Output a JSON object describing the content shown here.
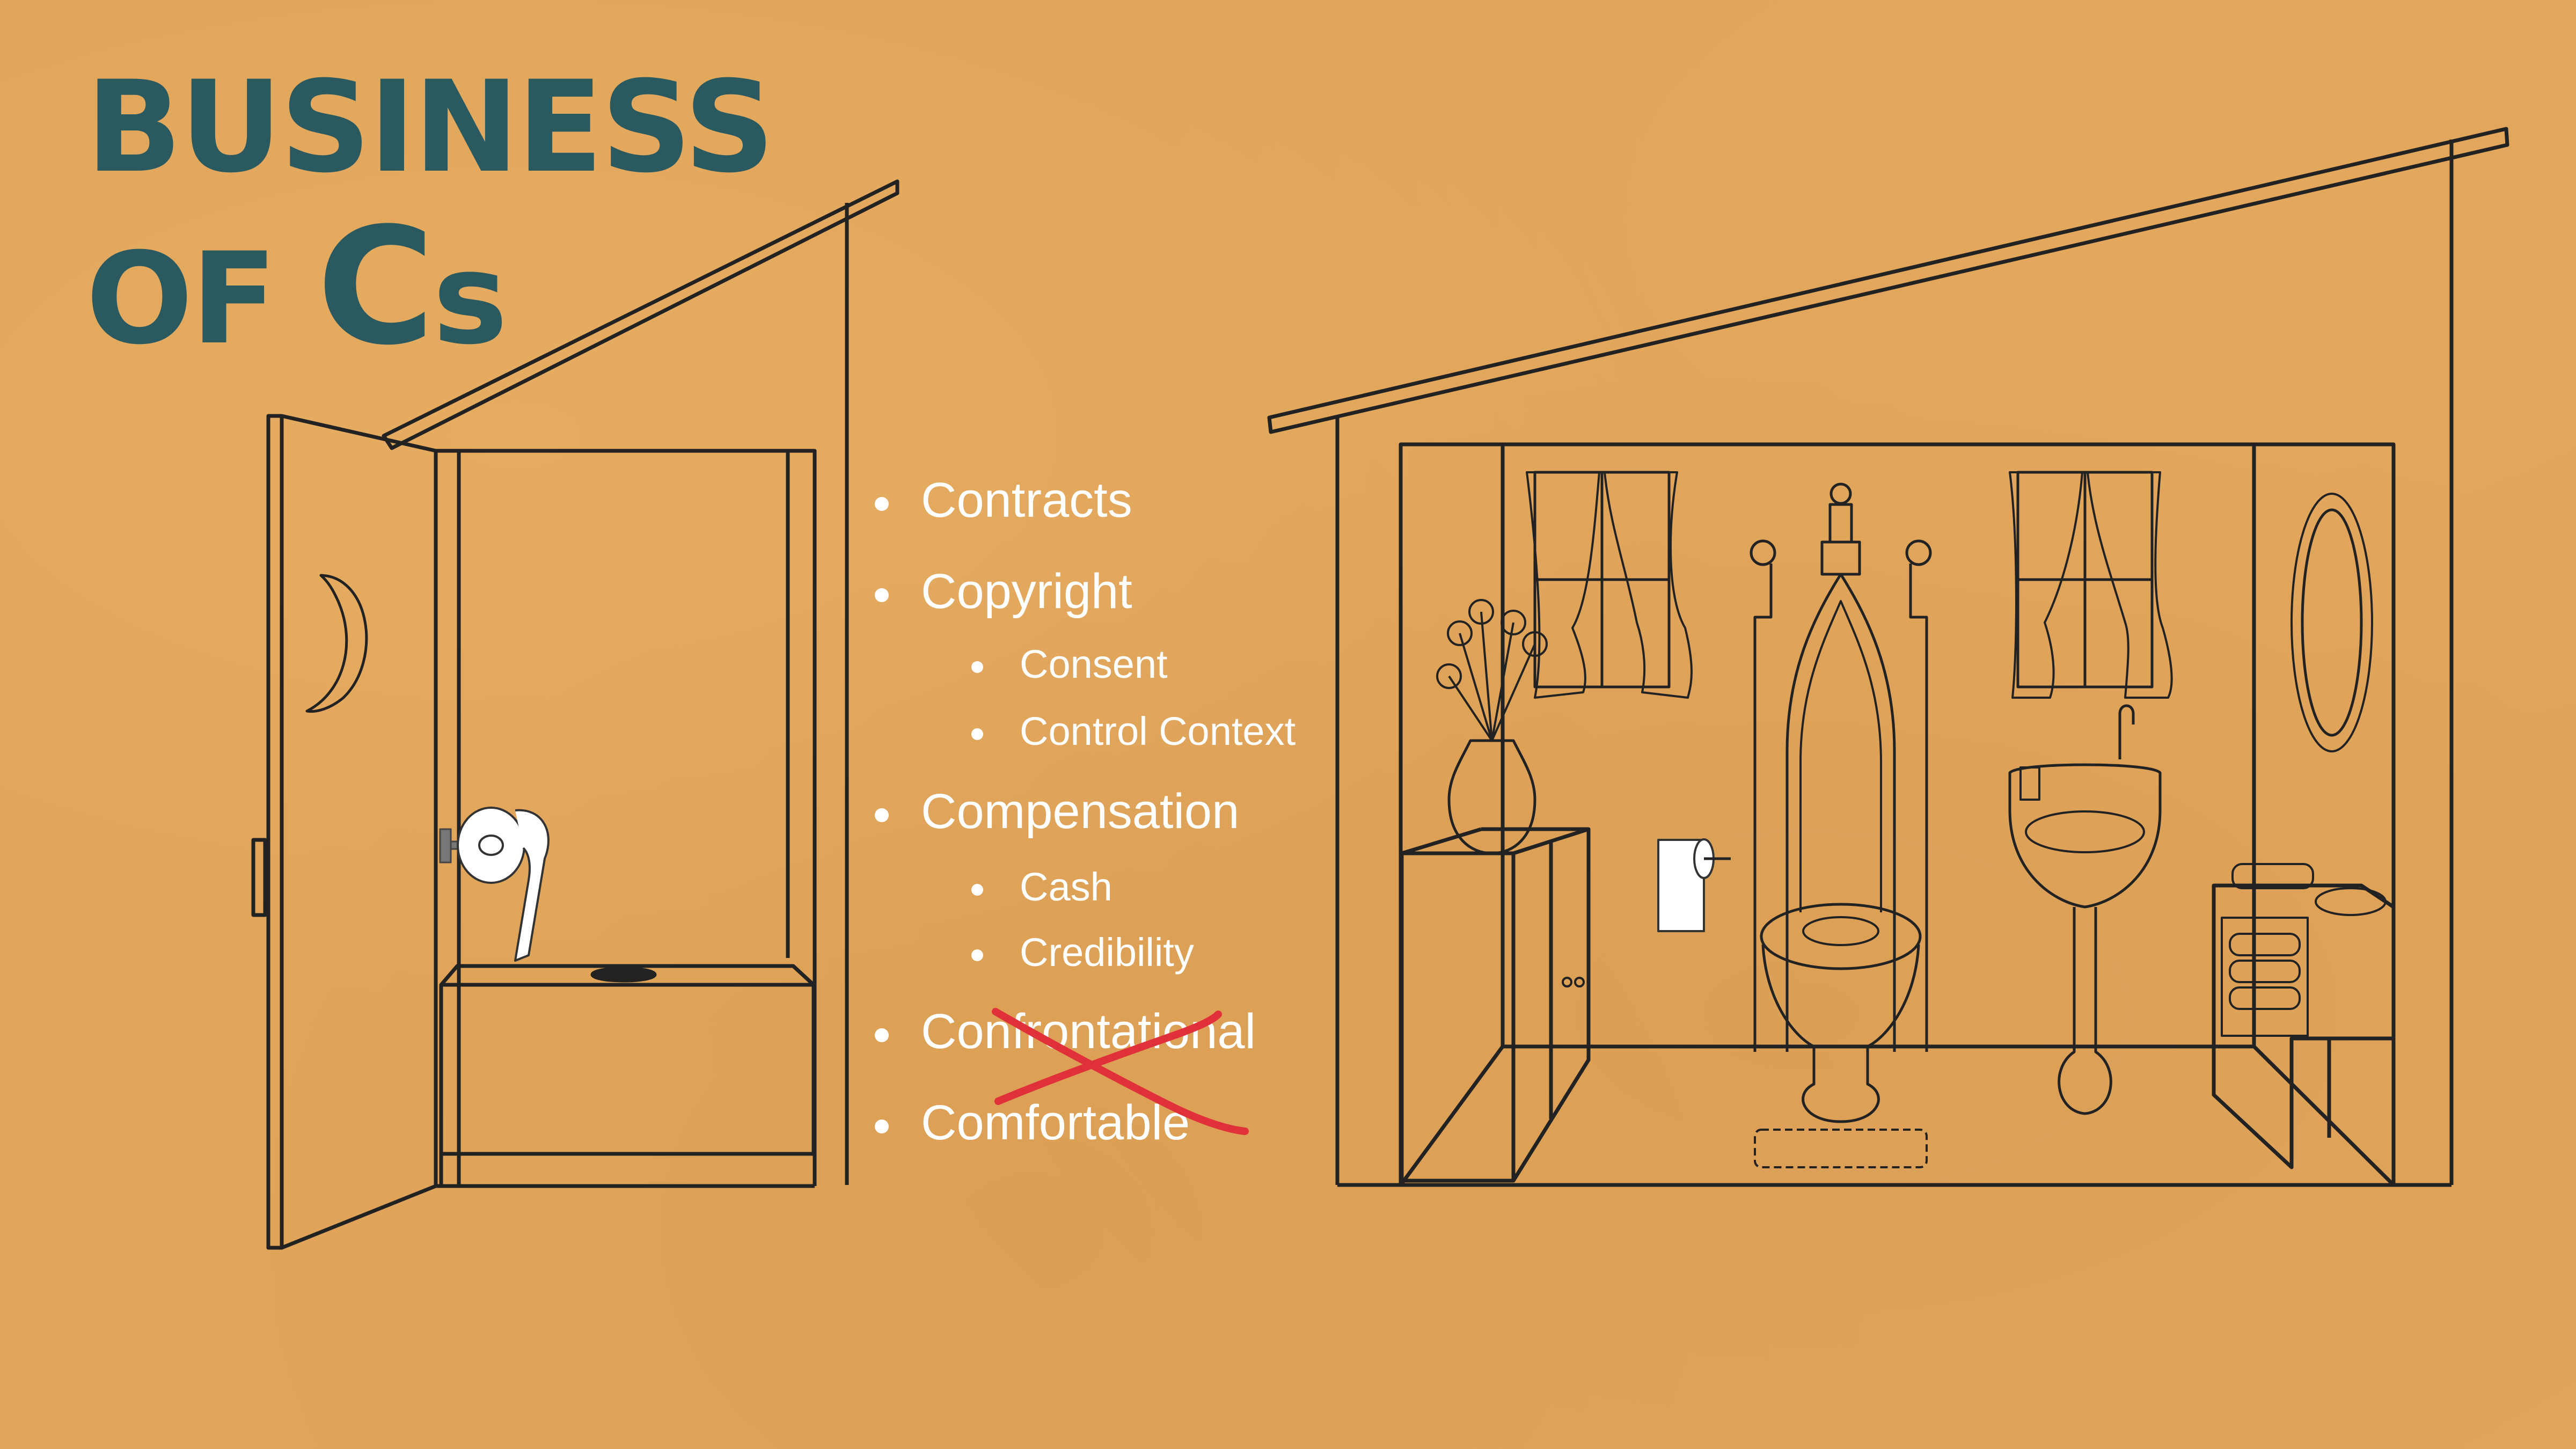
{
  "slide": {
    "title_line1": "BUSINESS",
    "title_line2_prefix": "OF ",
    "title_line2_big": "C",
    "title_line2_suffix": "s",
    "colors": {
      "background": "#e0a55a",
      "title": "#2a5a60",
      "bullet_text": "#ffffff",
      "line_art": "#222222",
      "strike": "#e0303a"
    }
  },
  "bullets": [
    {
      "level": 1,
      "text": "Contracts"
    },
    {
      "level": 1,
      "text": "Copyright"
    },
    {
      "level": 2,
      "text": "Consent"
    },
    {
      "level": 2,
      "text": "Control Context"
    },
    {
      "level": 1,
      "text": "Compensation"
    },
    {
      "level": 2,
      "text": "Cash"
    },
    {
      "level": 2,
      "text": "Credibility"
    },
    {
      "level": 1,
      "text": "Confrontational",
      "struck_out": true
    },
    {
      "level": 1,
      "text": "Comfortable"
    }
  ],
  "illustrations": {
    "left": "outhouse-illustration",
    "right": "fancy-bathroom-illustration"
  }
}
